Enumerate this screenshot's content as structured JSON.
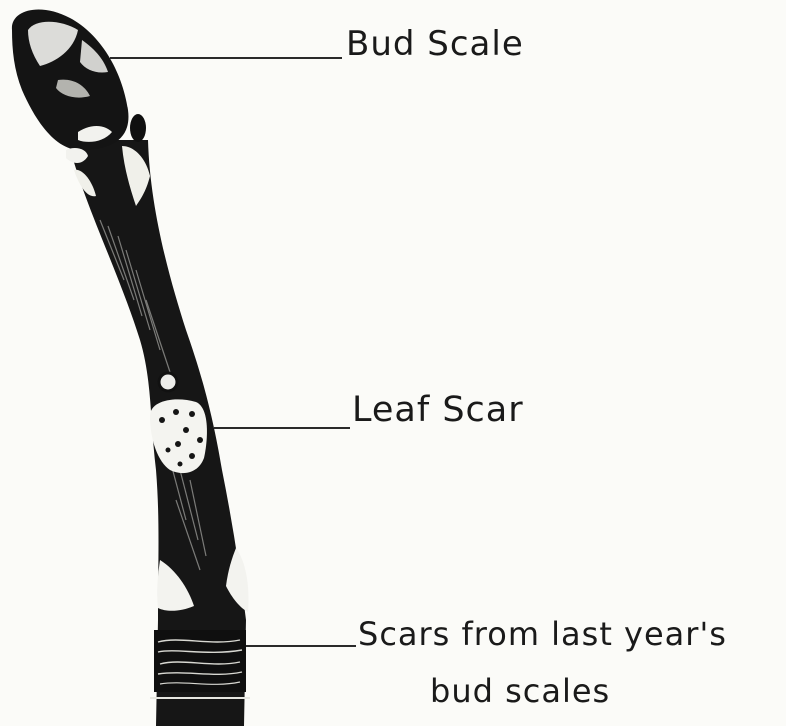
{
  "labels": {
    "bud_scale": "Bud Scale",
    "leaf_scar": "Leaf Scar",
    "scars_line1": "Scars from last year's",
    "scars_line2": "bud scales"
  }
}
